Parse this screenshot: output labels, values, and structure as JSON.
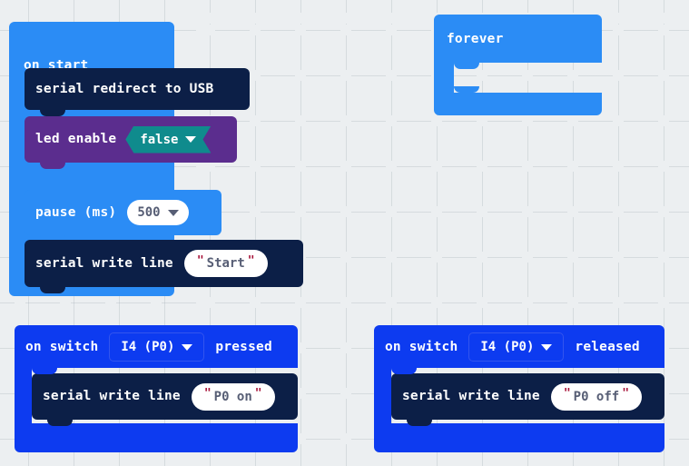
{
  "workspace": {
    "background_color": "#eceff1",
    "grid_mark": "plus-tick",
    "grid_spacing": 50
  },
  "colors": {
    "event_blue": "#2b8cf5",
    "event_deep_blue": "#0d3bf0",
    "serial_navy": "#0c1f47",
    "led_purple": "#5b2d8e",
    "boolean_teal": "#0f8b8d",
    "field_white": "#ffffff",
    "field_text": "#575e75",
    "quote_red": "#a8143a"
  },
  "scripts": [
    {
      "id": "on-start",
      "header": "on start",
      "children": [
        {
          "id": "serial-redirect-usb",
          "label": "serial redirect to USB",
          "category": "serial"
        },
        {
          "id": "led-enable",
          "label": "led enable",
          "category": "led",
          "field_value": "false",
          "field_type": "boolean-dropdown"
        },
        {
          "id": "pause-ms",
          "label": "pause (ms)",
          "category": "basic",
          "field_value": "500",
          "field_type": "number-dropdown"
        },
        {
          "id": "serial-write-line-start",
          "label": "serial write line",
          "category": "serial",
          "field_value": "Start",
          "field_type": "string"
        }
      ]
    },
    {
      "id": "forever",
      "header": "forever",
      "children": []
    },
    {
      "id": "on-switch-pressed",
      "header_prefix": "on switch",
      "header_dropdown": "I4 (P0)",
      "header_suffix": "pressed",
      "children": [
        {
          "id": "serial-write-line-p0-on",
          "label": "serial write line",
          "category": "serial",
          "field_value": "P0 on",
          "field_type": "string"
        }
      ]
    },
    {
      "id": "on-switch-released",
      "header_prefix": "on switch",
      "header_dropdown": "I4 (P0)",
      "header_suffix": "released",
      "children": [
        {
          "id": "serial-write-line-p0-off",
          "label": "serial write line",
          "category": "serial",
          "field_value": "P0 off",
          "field_type": "string"
        }
      ]
    }
  ],
  "quote_glyph": "\""
}
